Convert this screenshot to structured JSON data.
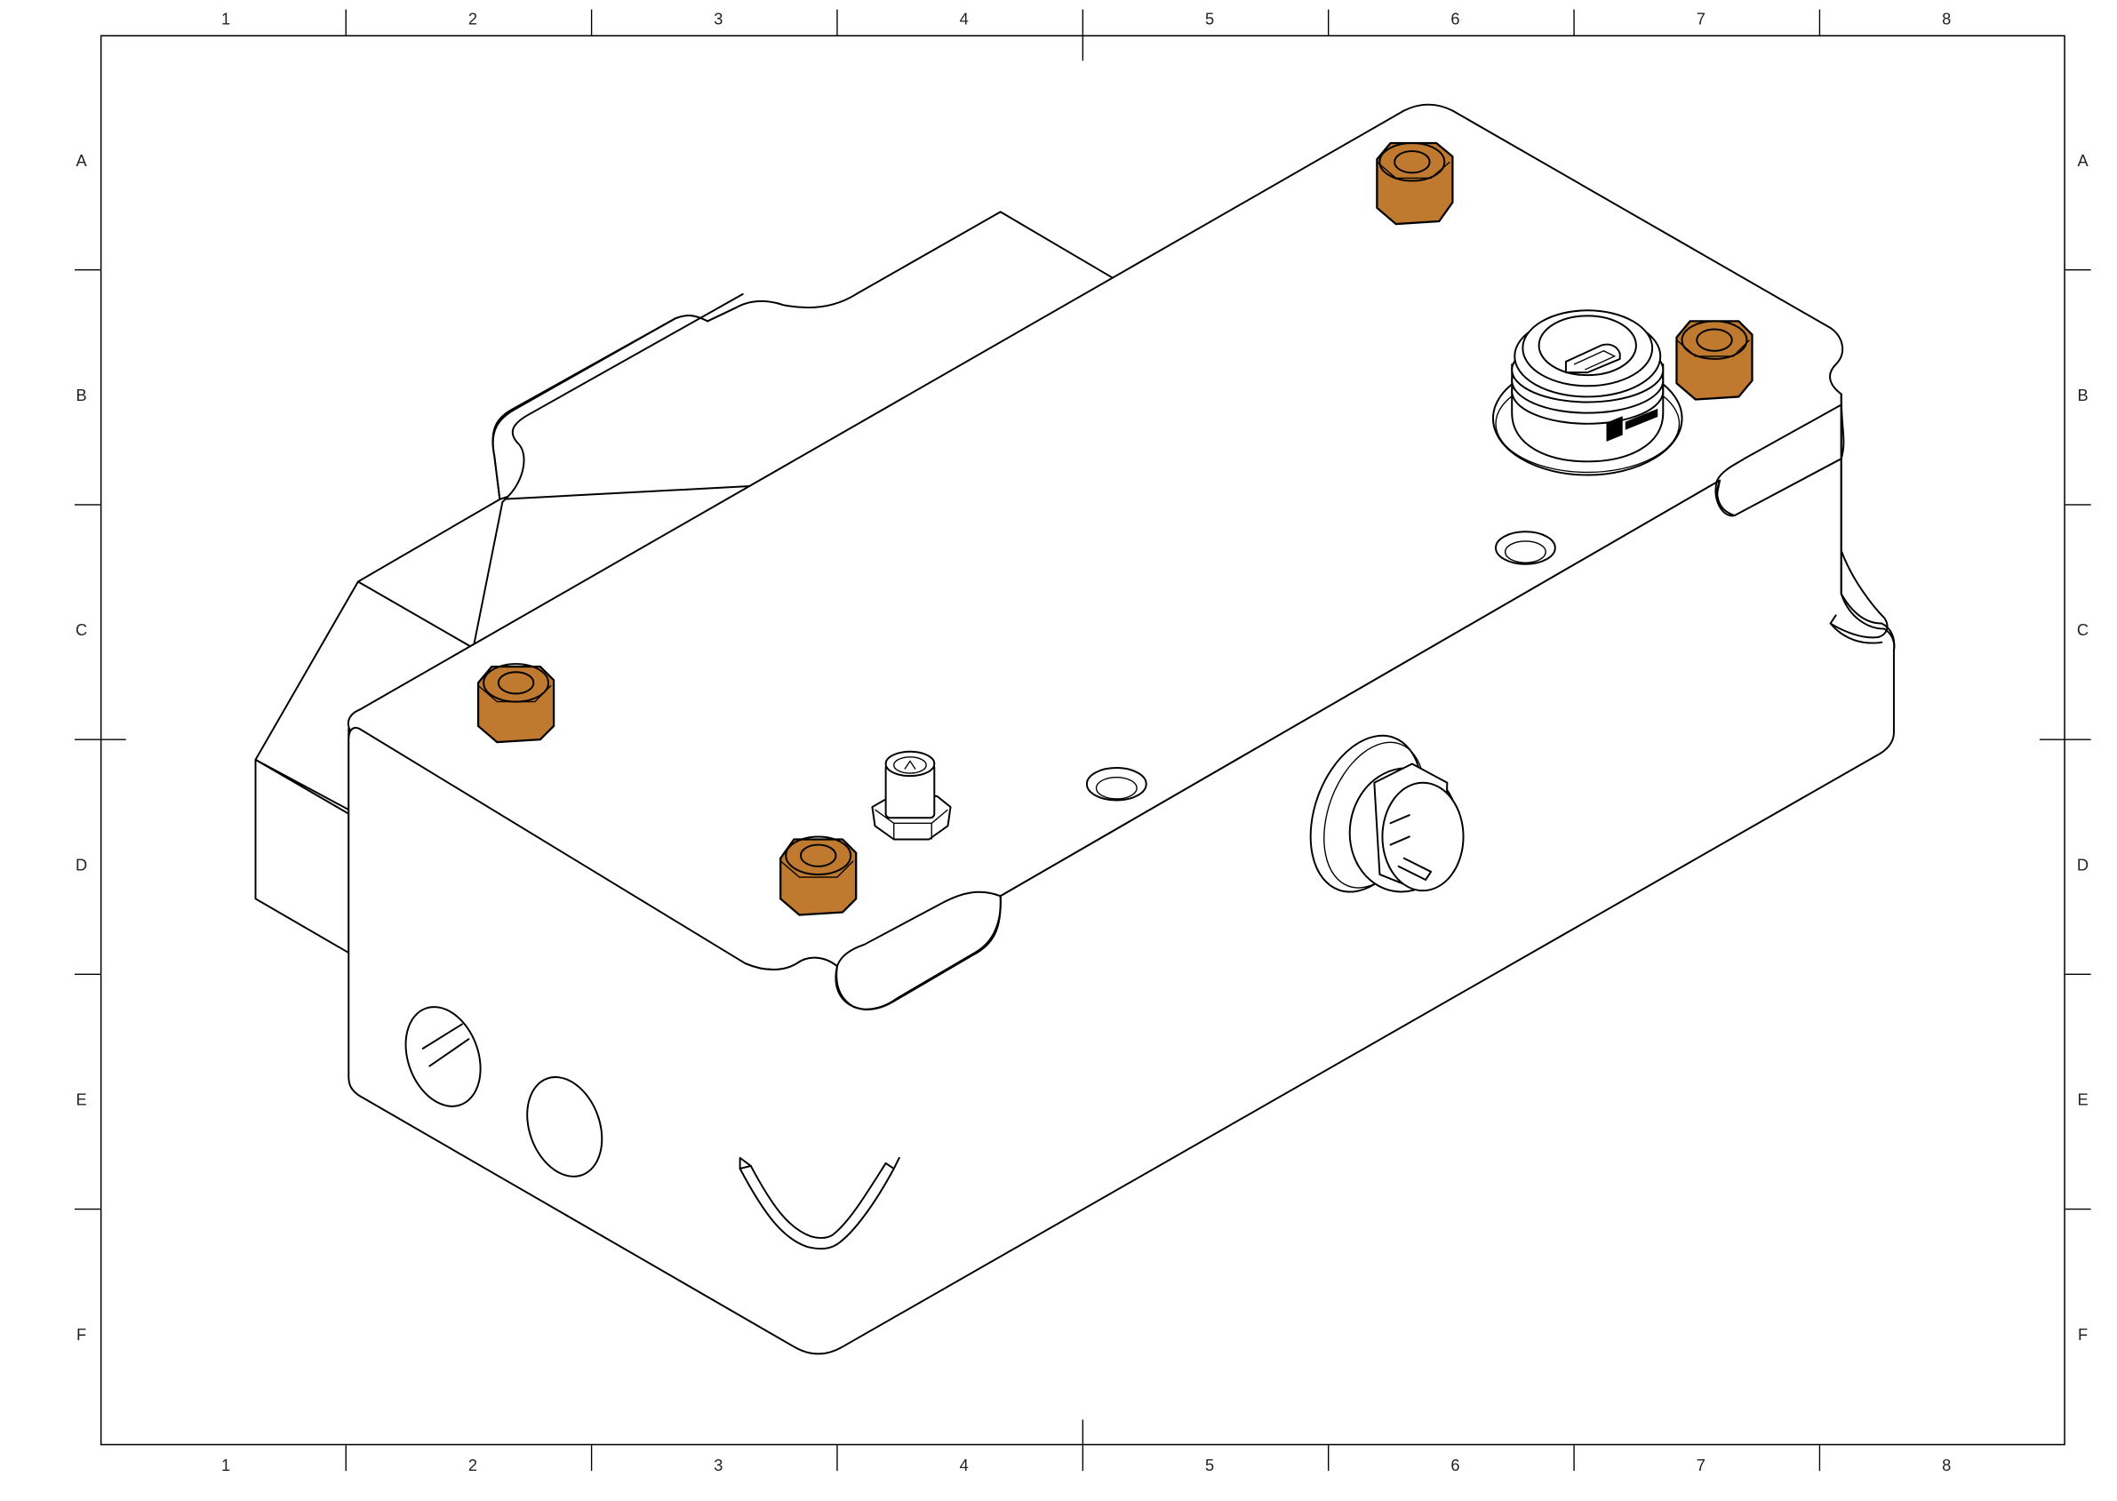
{
  "drawing": {
    "type": "isometric technical drawing",
    "subject": "rectangular enclosure / sensor housing with connectors and hex nuts"
  },
  "grid": {
    "columns": [
      "1",
      "2",
      "3",
      "4",
      "5",
      "6",
      "7",
      "8"
    ],
    "rows": [
      "A",
      "B",
      "C",
      "D",
      "E",
      "F"
    ]
  },
  "colors": {
    "nut_fill": "#C07A30",
    "line": "#000000",
    "background": "#FFFFFF"
  },
  "parts": {
    "hex_nuts": 4,
    "round_connector_top": "threaded circular connector with logo badge",
    "round_connector_front": "bayonet circular connector",
    "coax_fitting": "small hex-base coaxial fitting",
    "countersunk_holes": 2,
    "side_holes": 2,
    "v_groove": "V-shaped cable groove"
  }
}
